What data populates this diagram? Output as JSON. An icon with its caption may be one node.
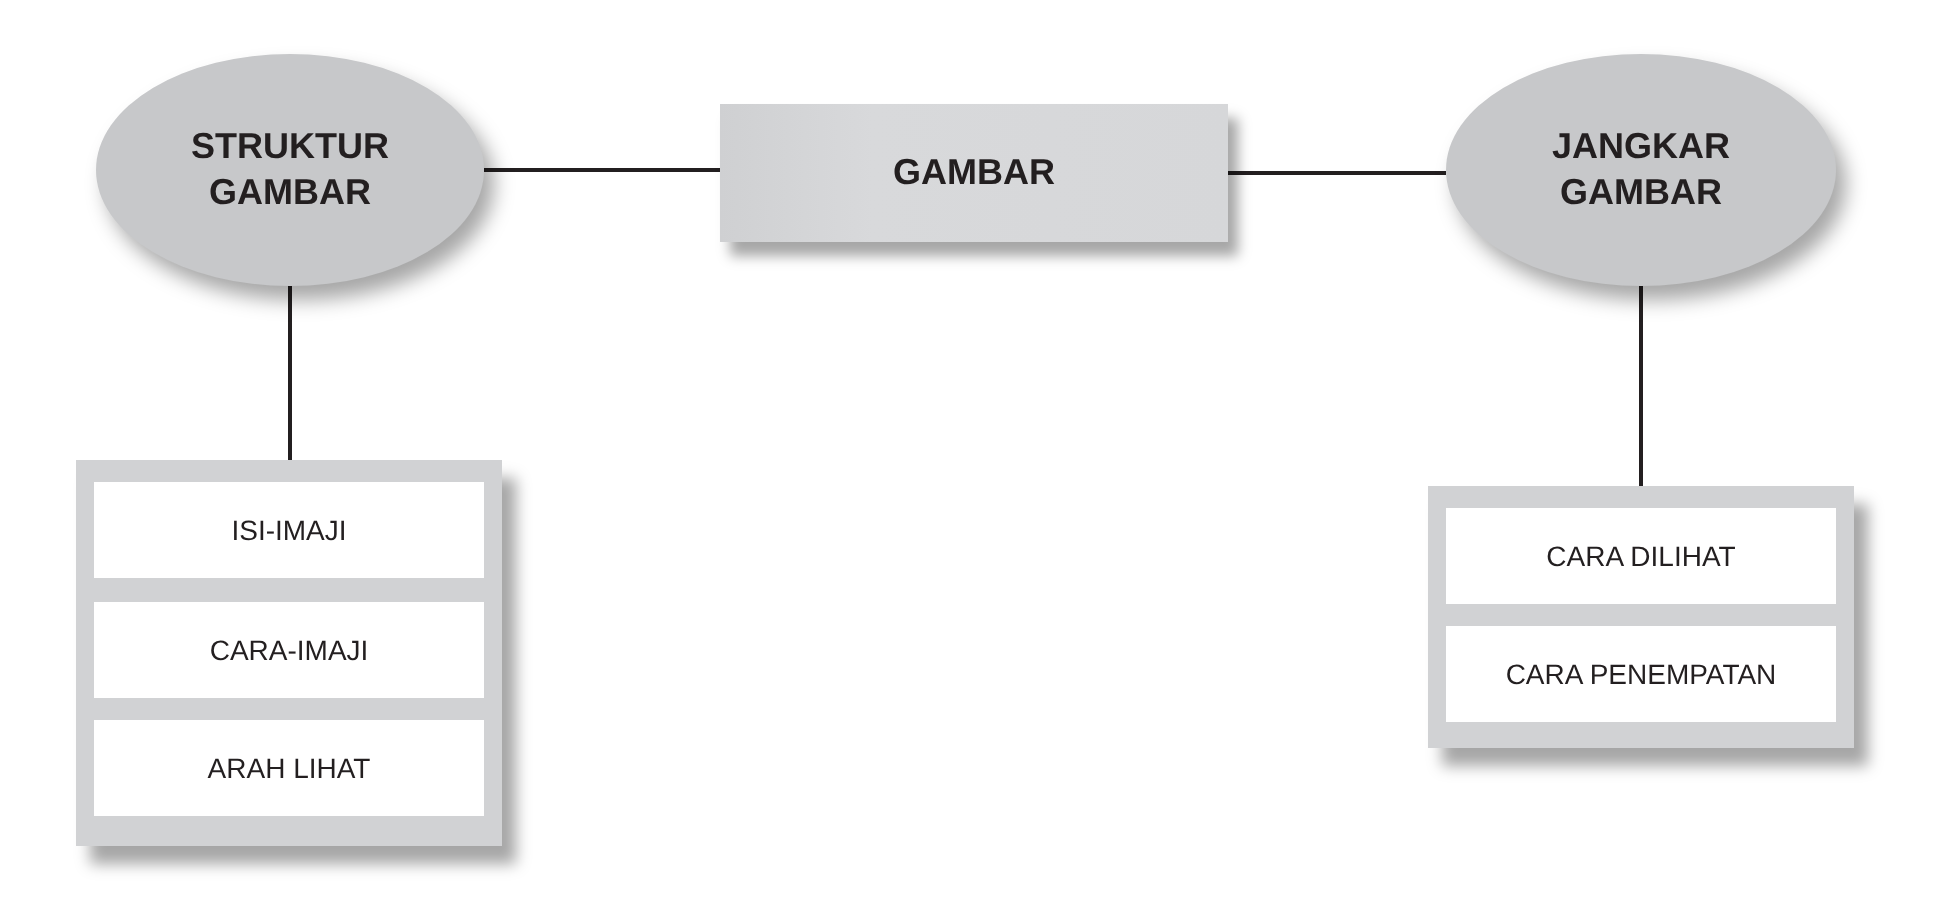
{
  "diagram": {
    "nodes": [
      {
        "text": [
          "STRUKTUR GAMBAR"
        ]
      },
      {
        "text": [
          "GAMBAR"
        ]
      },
      {
        "text": [
          "JANGKAR GAMBAR"
        ]
      },
      {
        "text": [],
        "shape": "box"
      },
      {
        "text": [
          "ISI-IMAJI"
        ],
        "in": 3
      },
      {
        "text": [
          "CARA-IMAJI"
        ],
        "in": 3
      },
      {
        "text": [
          "ARAH LIHAT"
        ],
        "in": 3
      },
      {
        "text": [],
        "shape": "box"
      },
      {
        "text": [
          "CARA DILIHAT"
        ],
        "in": 7
      },
      {
        "text": [
          "CARA PENEMPATAN"
        ],
        "in": 7
      }
    ],
    "edges": [
      {
        "from": 0,
        "to": 1,
        "arrow": "none"
      },
      {
        "from": 1,
        "to": 2,
        "arrow": "none"
      },
      {
        "from": 0,
        "to": 3,
        "arrow": "none"
      },
      {
        "from": 2,
        "to": 7,
        "arrow": "none"
      }
    ]
  }
}
